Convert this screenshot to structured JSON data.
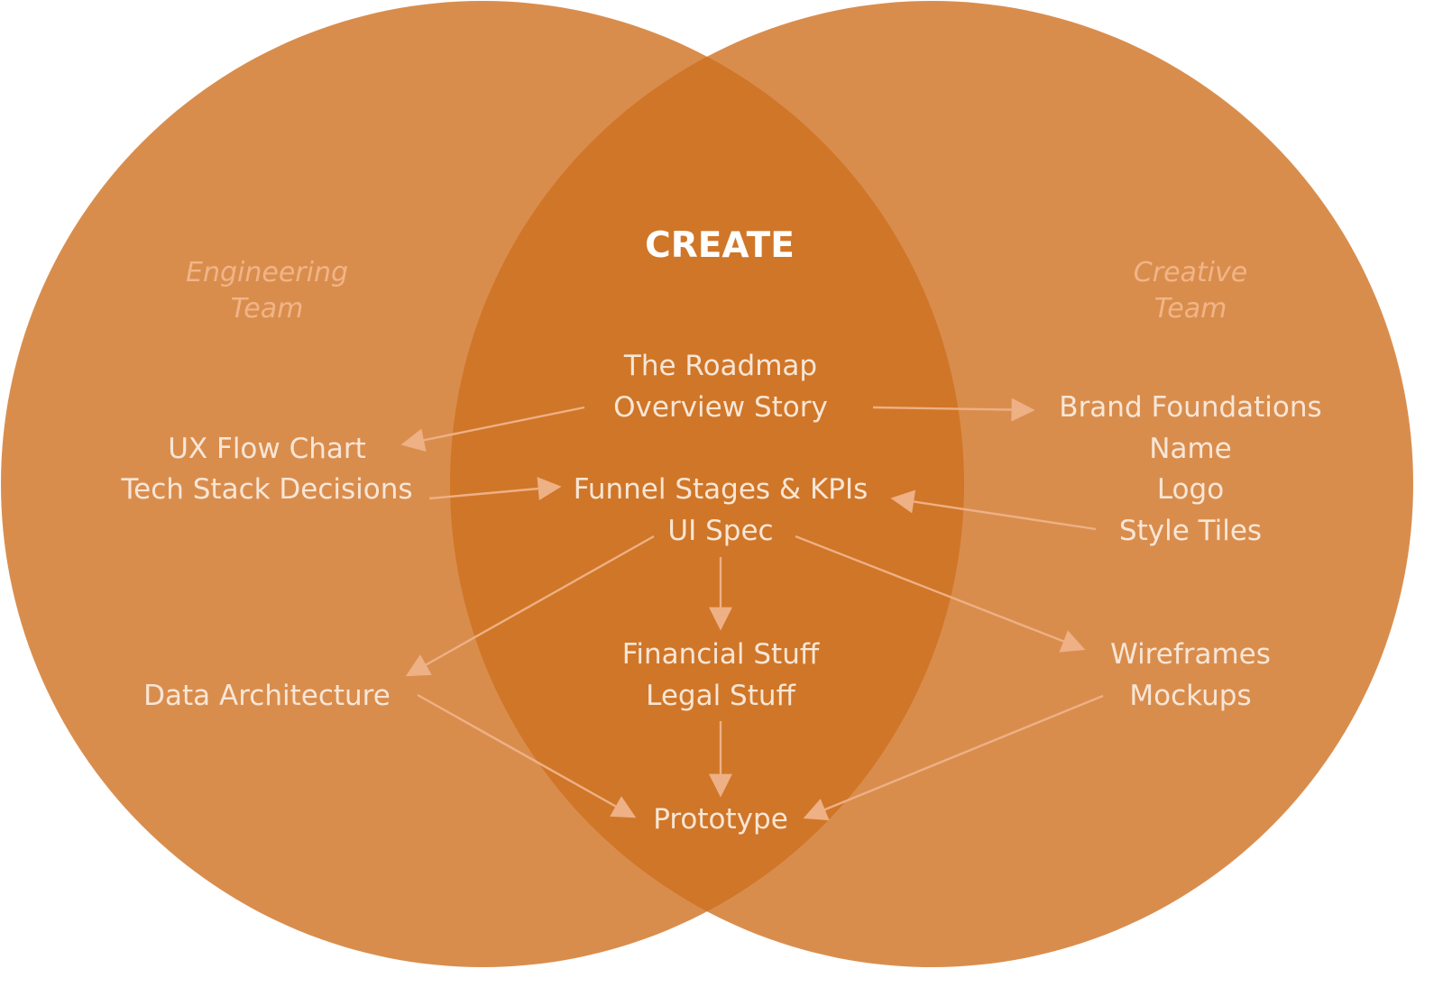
{
  "colors": {
    "background": "#ffffff",
    "circle": "#d98d4d",
    "overlap": "#d07628",
    "label_text": "#f8e6d6",
    "team_text": "#f1b487",
    "arrow": "#eeb085"
  },
  "diagram": {
    "title": "CREATE",
    "left_team": {
      "line1": "Engineering",
      "line2": "Team"
    },
    "right_team": {
      "line1": "Creative",
      "line2": "Team"
    },
    "center": {
      "roadmap": [
        "The Roadmap",
        "Overview Story"
      ],
      "funnel": [
        "Funnel Stages & KPIs",
        "UI Spec"
      ],
      "financial": [
        "Financial Stuff",
        "Legal Stuff"
      ],
      "prototype": "Prototype"
    },
    "left": {
      "ux": [
        "UX Flow Chart",
        "Tech Stack Decisions"
      ],
      "data_architecture": "Data Architecture"
    },
    "right": {
      "brand": [
        "Brand Foundations",
        "Name",
        "Logo",
        "Style Tiles"
      ],
      "wireframes": [
        "Wireframes",
        "Mockups"
      ]
    }
  }
}
